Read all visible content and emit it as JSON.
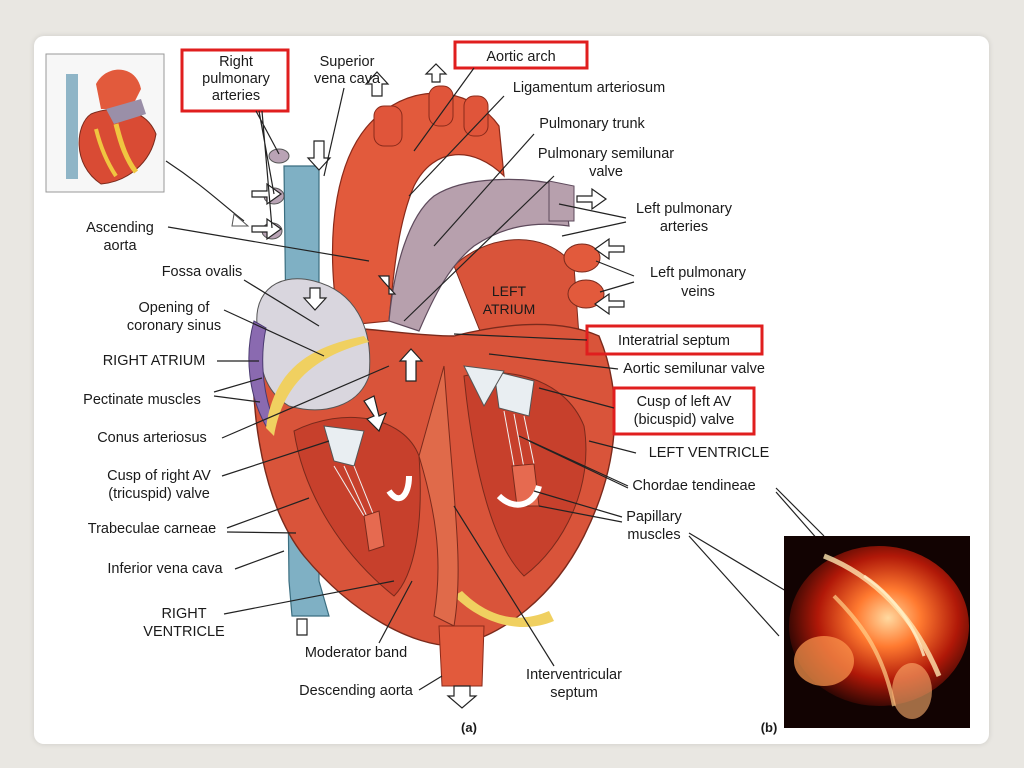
{
  "labels": {
    "right_pulmonary_arteries": [
      "Right",
      "pulmonary",
      "arteries"
    ],
    "superior_vena_cava": [
      "Superior",
      "vena cava"
    ],
    "aortic_arch": "Aortic arch",
    "ligamentum_arteriosum": "Ligamentum arteriosum",
    "pulmonary_trunk": "Pulmonary trunk",
    "pulmonary_semilunar_valve": [
      "Pulmonary semilunar",
      "valve"
    ],
    "left_pulmonary_arteries": [
      "Left pulmonary",
      "arteries"
    ],
    "left_pulmonary_veins": [
      "Left pulmonary",
      "veins"
    ],
    "ascending_aorta": [
      "Ascending",
      "aorta"
    ],
    "fossa_ovalis": "Fossa ovalis",
    "opening_coronary_sinus": [
      "Opening of",
      "coronary sinus"
    ],
    "right_atrium": "RIGHT ATRIUM",
    "pectinate_muscles": "Pectinate muscles",
    "conus_arteriosus": "Conus arteriosus",
    "cusp_right_av": [
      "Cusp of right AV",
      "(tricuspid) valve"
    ],
    "trabeculae_carneae": "Trabeculae carneae",
    "inferior_vena_cava": "Inferior vena cava",
    "right_ventricle": [
      "RIGHT",
      "VENTRICLE"
    ],
    "moderator_band": "Moderator band",
    "descending_aorta": "Descending aorta",
    "interventricular_septum": [
      "Interventricular",
      "septum"
    ],
    "interatrial_septum": "Interatrial septum",
    "aortic_semilunar_valve": "Aortic semilunar valve",
    "cusp_left_av": [
      "Cusp of left AV",
      "(bicuspid) valve"
    ],
    "left_ventricle": "LEFT VENTRICLE",
    "chordae_tendineae": "Chordae tendineae",
    "papillary_muscles": [
      "Papillary",
      "muscles"
    ],
    "left_atrium_inner": [
      "LEFT",
      "ATRIUM"
    ]
  },
  "panels": {
    "a": "(a)",
    "b": "(b)"
  },
  "colors": {
    "highlight_box": "#e01e1e",
    "heart_muscle": "#d9543a",
    "aorta": "#e25a3c",
    "pulmonary_trunk": "#b7a0ad",
    "vena_cava": "#7fb0c4",
    "fat": "#f0d060"
  }
}
